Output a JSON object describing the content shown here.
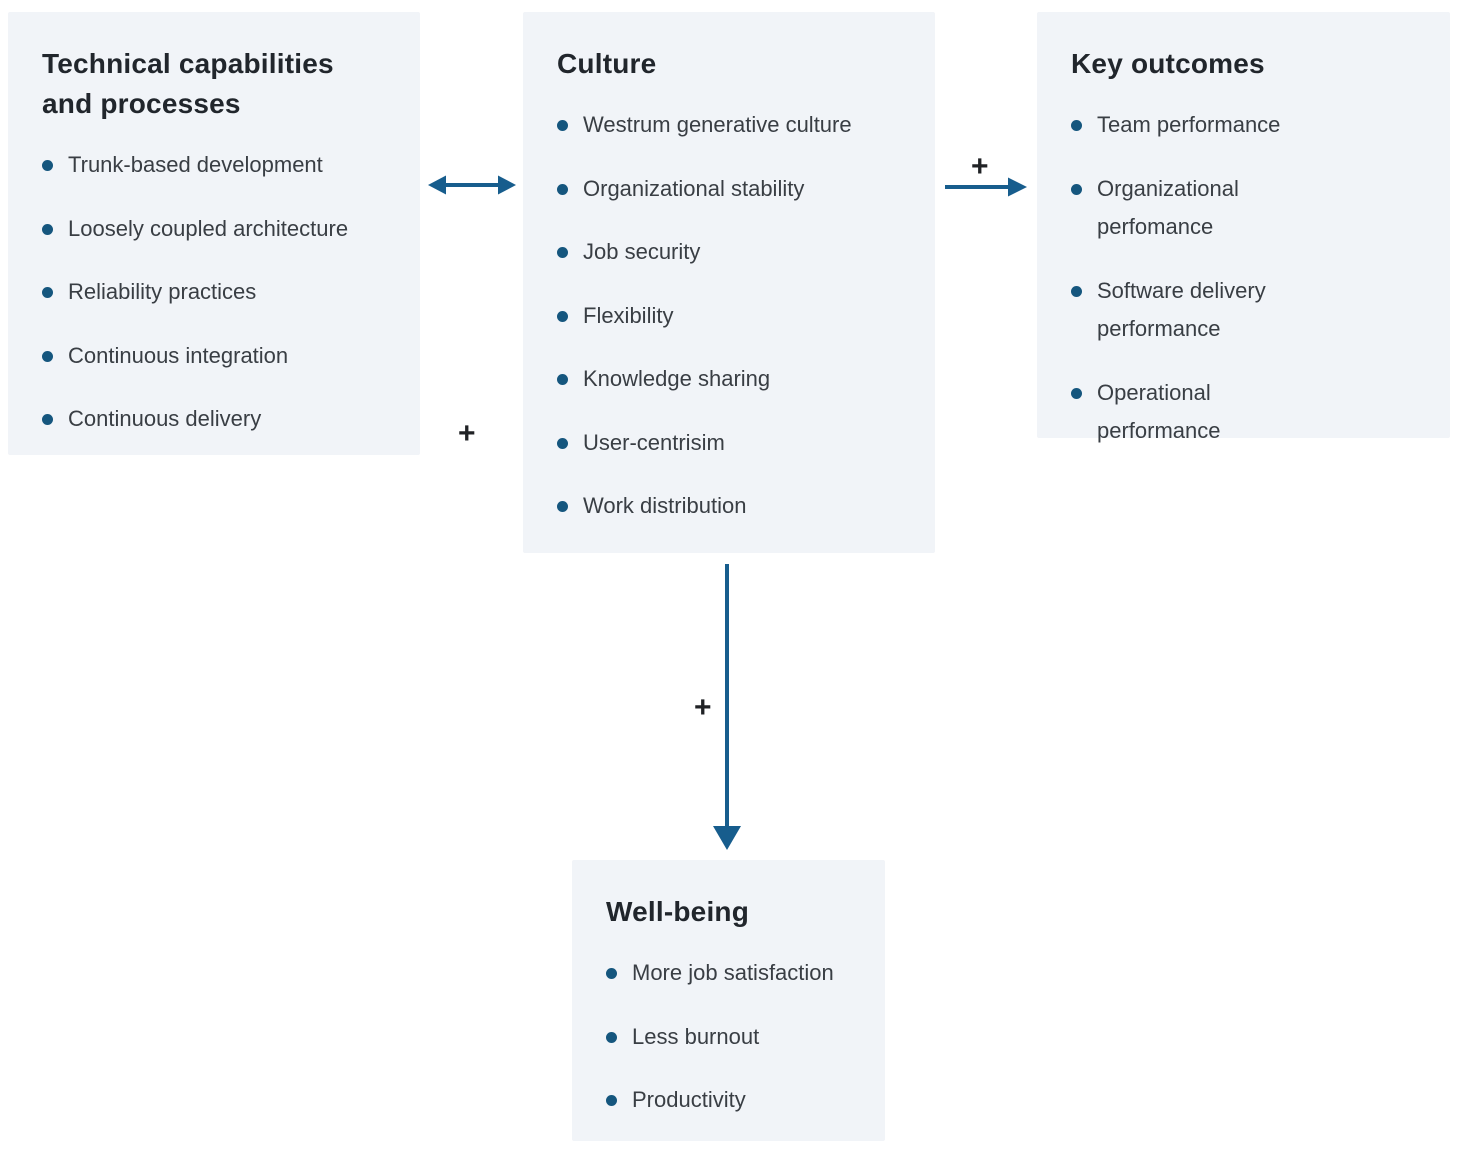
{
  "diagram": {
    "boxes": {
      "technical": {
        "title": "Technical capabilities and processes",
        "items": [
          "Trunk-based development",
          "Loosely coupled architecture",
          "Reliability practices",
          "Continuous integration",
          "Continuous delivery"
        ]
      },
      "culture": {
        "title": "Culture",
        "items": [
          "Westrum generative culture",
          "Organizational stability",
          "Job security",
          "Flexibility",
          "Knowledge sharing",
          "User-centrisim",
          "Work distribution"
        ]
      },
      "outcomes": {
        "title": "Key outcomes",
        "items": [
          "Team performance",
          "Organizational perfomance",
          "Software delivery performance",
          "Operational performance"
        ]
      },
      "wellbeing": {
        "title": "Well-being",
        "items": [
          "More job satisfaction",
          "Less burnout",
          "Productivity"
        ]
      }
    },
    "connectors": {
      "technical_culture": {
        "type": "double-arrow",
        "label": "+"
      },
      "culture_outcomes": {
        "type": "arrow-right",
        "label": "+"
      },
      "culture_wellbeing": {
        "type": "arrow-down",
        "label": "+"
      }
    },
    "colors": {
      "box_background": "#f1f4f8",
      "heading_text": "#21262c",
      "body_text": "#393e44",
      "bullet": "#15567e",
      "arrow": "#175d8d",
      "plus_sign": "#202225",
      "page_background": "#ffffff"
    }
  }
}
